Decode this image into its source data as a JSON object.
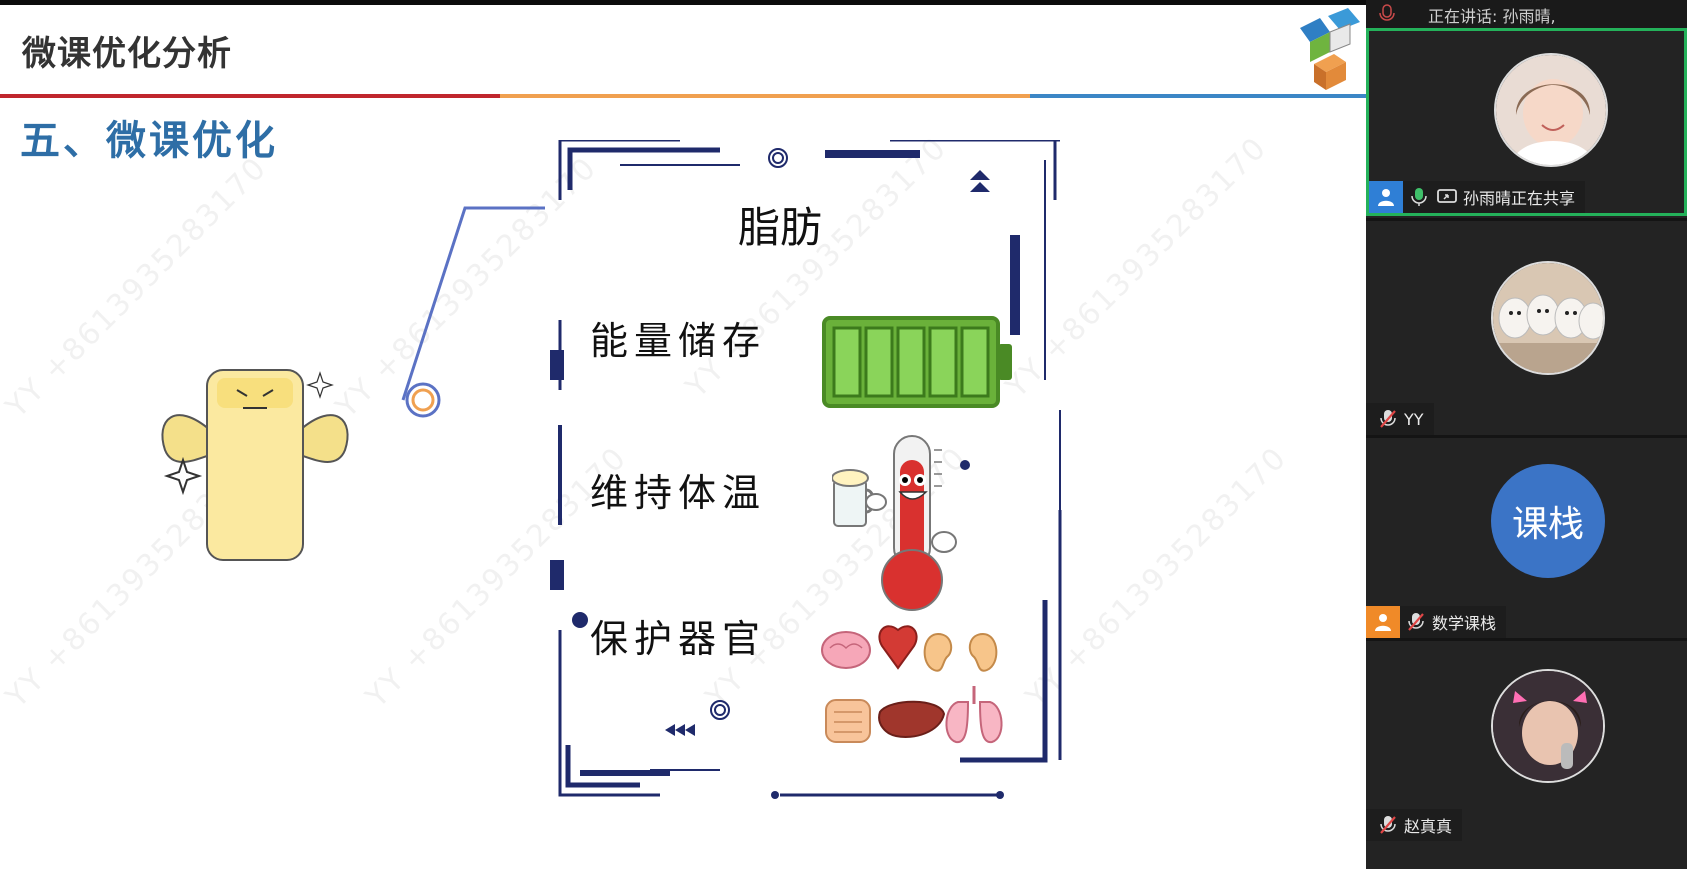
{
  "slide": {
    "title": "微课优化分析",
    "section": "五、微课优化",
    "fat_title": "脂肪",
    "functions": [
      "能量储存",
      "维持体温",
      "保护器官"
    ],
    "watermark": "YY +8613935283170"
  },
  "sidebar": {
    "speaking_text": "正在讲话:  孙雨晴,",
    "participants": [
      {
        "name": "孙雨晴正在共享",
        "avatar": "photo",
        "mic": "mic-on-icon",
        "sharing": true
      },
      {
        "name": "YY",
        "avatar": "photo",
        "mic": "mic-muted-icon"
      },
      {
        "name": "数学课栈",
        "avatar_text": "课栈",
        "mic": "mic-muted-icon"
      },
      {
        "name": "赵真真",
        "avatar": "photo",
        "mic": "mic-muted-icon"
      }
    ]
  },
  "colors": {
    "title_blue": "#2e6ea6",
    "stripe_red": "#c0262d",
    "stripe_orange": "#f0a050",
    "stripe_blue": "#3b86c6",
    "frame_navy": "#1f2a6b",
    "battery_green": "#5aa62a",
    "active_border": "#24b15a"
  }
}
